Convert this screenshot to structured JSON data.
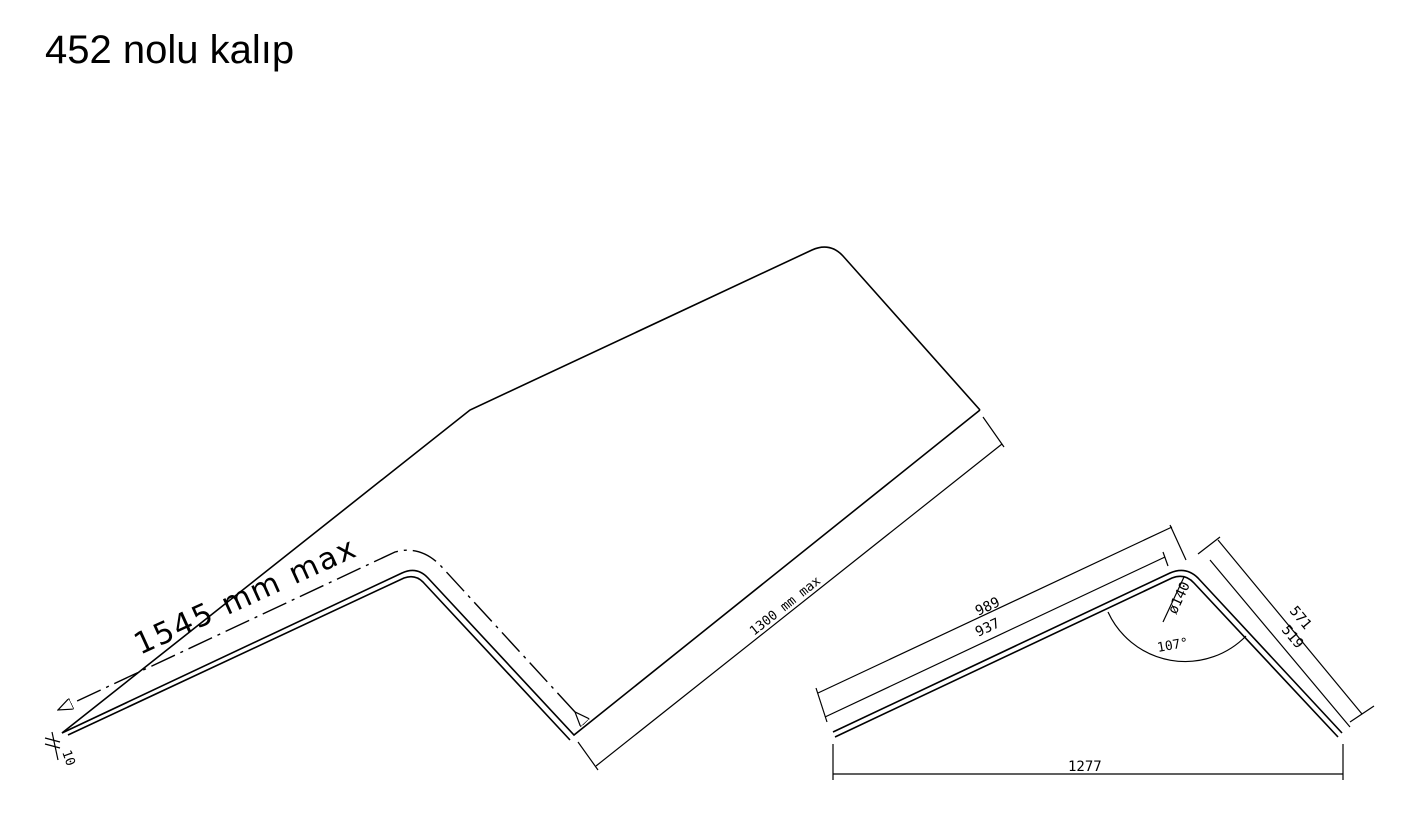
{
  "title": "452 nolu kalıp",
  "left_view": {
    "flange_length_label": "1545 mm max",
    "length_label": "1300 mm max",
    "thickness_label": "10"
  },
  "right_view": {
    "outer_length_label": "989",
    "inner_length_label": "937",
    "outer_short_label": "571",
    "inner_short_label": "519",
    "bend_diameter_label": "ø140",
    "angle_label": "107°",
    "span_label": "1277"
  }
}
